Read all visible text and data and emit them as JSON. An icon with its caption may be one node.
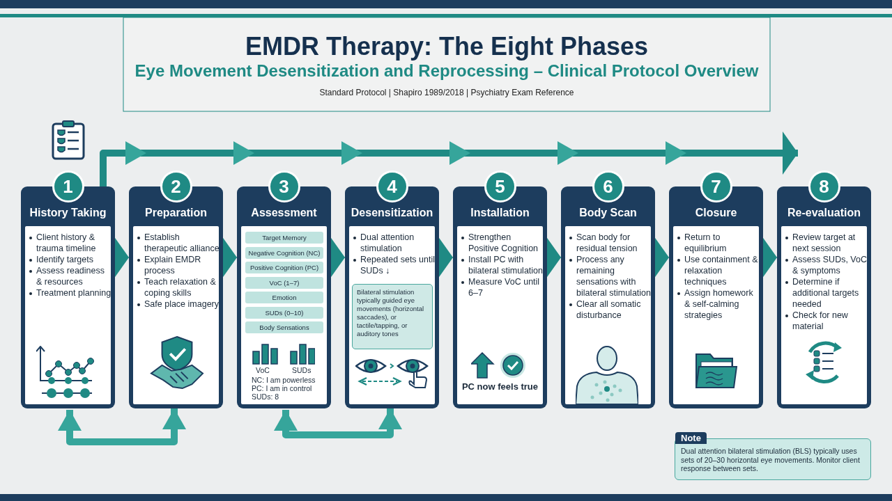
{
  "diagram": {
    "title": "EMDR Therapy: The Eight Phases",
    "nodes": [
      {
        "text": [
          "1",
          "History Taking",
          "Client history & trauma timeline",
          "Identify targets",
          "Assess readiness & resources",
          "Treatment planning"
        ]
      },
      {
        "text": [
          "2",
          "Preparation",
          "Establish therapeutic alliance",
          "Explain EMDR process",
          "Teach relaxation & coping skills",
          "Safe place imagery"
        ]
      },
      {
        "text": [
          "3",
          "Assessment",
          "VoC",
          "SUDs",
          "NC: I am powerless",
          "PC: I am in control",
          "SUDs: 8"
        ]
      },
      {
        "text": [
          "4",
          "Desensitization",
          "Dual attention stimulation",
          "Repeated sets until SUDs ↓"
        ]
      },
      {
        "text": [
          "5",
          "Installation",
          "Strengthen Positive Cognition",
          "Install PC with bilateral stimulation",
          "Measure VoC until 6–7",
          "PC now feels true"
        ]
      },
      {
        "text": [
          "6",
          "Body Scan",
          "Scan body for residual tension",
          "Process any remaining sensations with bilateral stimulation",
          "Clear all somatic disturbance"
        ]
      },
      {
        "text": [
          "7",
          "Closure",
          "Return to equilibrium",
          "Use containment & relaxation techniques",
          "Assign homework & self-calming strategies"
        ]
      },
      {
        "text": [
          "8",
          "Re-evaluation",
          "Review target at next session",
          "Assess SUDs, VoC & symptoms",
          "Determine if additional targets needed",
          "Check for new material"
        ]
      },
      {
        "text": [
          "Target Memory"
        ],
        "in": 2
      },
      {
        "text": [
          "Negative Cognition (NC)"
        ],
        "in": 2
      },
      {
        "text": [
          "Positive Cognition (PC)"
        ],
        "in": 2
      },
      {
        "text": [
          "VoC (1–7)"
        ],
        "in": 2
      },
      {
        "text": [
          "Emotion"
        ],
        "in": 2
      },
      {
        "text": [
          "SUDs (0–10)"
        ],
        "in": 2
      },
      {
        "text": [
          "Body Sensations"
        ],
        "in": 2
      },
      {
        "text": [
          "Bilateral stimulation typically guided eye movements (horizontal saccades), or tactile/tapping, or auditory tones"
        ],
        "in": 3
      },
      {
        "text": [
          "Note",
          "Dual attention bilateral stimulation (BLS) typically uses sets of 20–30 horizontal eye movements. Monitor client response between sets."
        ]
      }
    ],
    "edges": [
      {
        "from": 0,
        "to": 1,
        "arrow": "to"
      },
      {
        "from": 1,
        "to": 2,
        "arrow": "to"
      },
      {
        "from": 2,
        "to": 3,
        "arrow": "to"
      },
      {
        "from": 3,
        "to": 4,
        "arrow": "to"
      },
      {
        "from": 4,
        "to": 5,
        "arrow": "to"
      },
      {
        "from": 5,
        "to": 6,
        "arrow": "to"
      },
      {
        "from": 6,
        "to": 7,
        "arrow": "to"
      },
      {
        "from": 0,
        "to": 7,
        "arrow": "to",
        "style": "thick"
      },
      {
        "from": 1,
        "to": 0,
        "arrow": "both",
        "style": "thick"
      },
      {
        "from": 3,
        "to": 2,
        "arrow": "both",
        "style": "thick"
      }
    ],
    "labels": [
      "Eye Movement Desensitization and Reprocessing – Clinical Protocol Overview",
      "Standard Protocol | Shapiro 1989/2018 | Psychiatry Exam Reference"
    ]
  }
}
